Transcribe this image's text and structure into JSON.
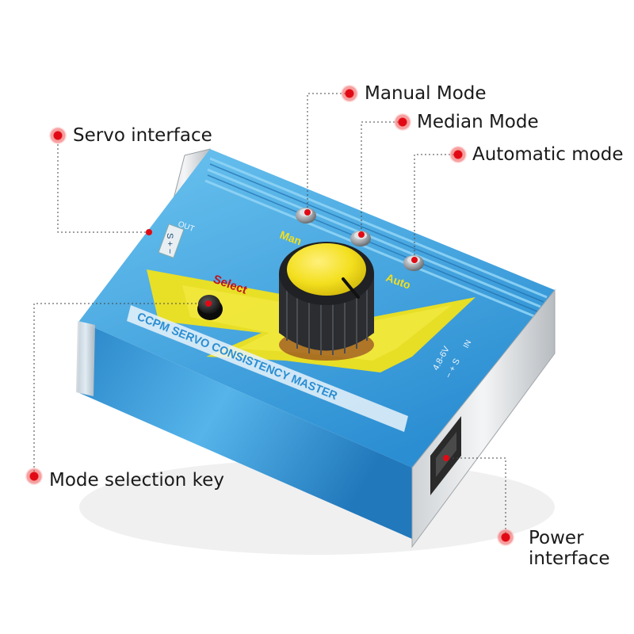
{
  "device": {
    "label_out": "OUT",
    "pins_out": "S + −",
    "label_select": "Select",
    "label_manual": "Man",
    "label_auto": "Auto",
    "label_product": "CCPM SERVO CONSISTENCY MASTER",
    "label_voltage": "4.8-6V",
    "label_in": "IN",
    "pins_in": "− + S"
  },
  "callouts": {
    "manual_mode": "Manual Mode",
    "median_mode": "Median Mode",
    "automatic_mode": "Automatic mode",
    "servo_interface": "Servo interface",
    "mode_selection_key": "Mode selection key",
    "power_interface_line1": "Power",
    "power_interface_line2": "interface"
  },
  "colors": {
    "device_blue": "#2f8fd0",
    "knob_yellow": "#f3df1e",
    "bolt_yellow": "#f0e11c",
    "callout_dot": "#e10a14"
  }
}
